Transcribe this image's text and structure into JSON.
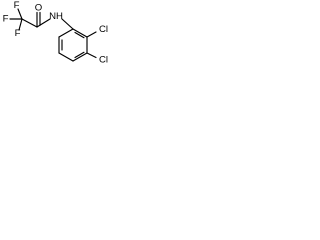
{
  "molecule": {
    "atoms": {
      "f_top": "F",
      "f_left": "F",
      "f_bottom": "F",
      "oxygen": "O",
      "amide_nh": "NH",
      "cl_ortho": "Cl",
      "cl_meta": "Cl"
    },
    "colors": {
      "bond": "#000000",
      "text": "#000000",
      "background": "#ffffff"
    }
  }
}
